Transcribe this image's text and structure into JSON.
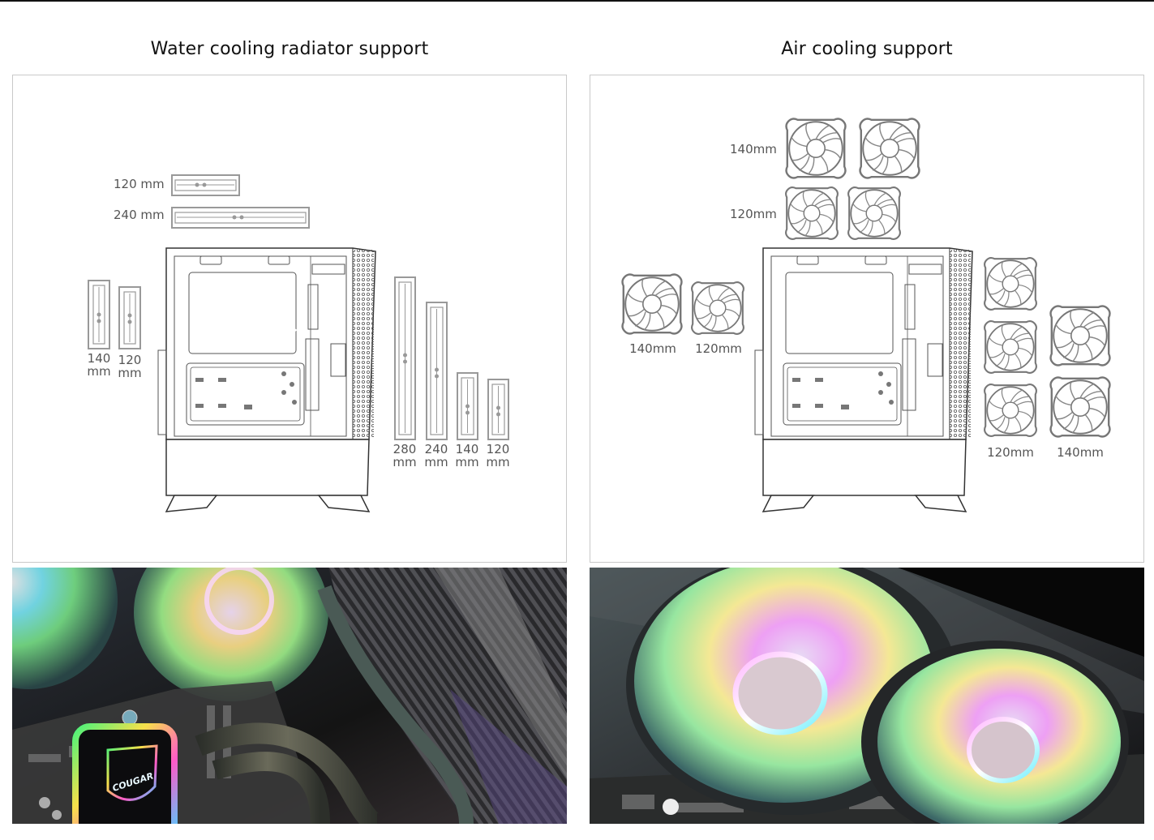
{
  "sections": {
    "water": {
      "title": "Water cooling radiator support",
      "top_radiators": [
        {
          "label": "120 mm"
        },
        {
          "label": "240 mm"
        }
      ],
      "rear_radiators": [
        {
          "size": "140",
          "unit": "mm"
        },
        {
          "size": "120",
          "unit": "mm"
        }
      ],
      "front_radiators": [
        {
          "size": "280",
          "unit": "mm"
        },
        {
          "size": "240",
          "unit": "mm"
        },
        {
          "size": "140",
          "unit": "mm"
        },
        {
          "size": "120",
          "unit": "mm"
        }
      ],
      "photo": {
        "description": "Liquid cooler pump head with RGB COUGAR logo, braided tubes and RGB radiator fans",
        "logo_text": "COUGAR"
      }
    },
    "air": {
      "title": "Air cooling support",
      "top_fans": [
        {
          "label": "140mm",
          "count": 2
        },
        {
          "label": "120mm",
          "count": 2
        }
      ],
      "rear_fans": [
        {
          "label": "140mm"
        },
        {
          "label": "120mm"
        }
      ],
      "front_fans": [
        {
          "label": "120mm",
          "count": 3
        },
        {
          "label": "140mm",
          "count": 2
        }
      ],
      "photo": {
        "description": "Two RGB case fans spinning with rainbow lighting inside chassis"
      }
    }
  },
  "colors": {
    "line": "#555555",
    "panel_border": "#c9c9c9",
    "radiator": "#9a9a9a"
  }
}
